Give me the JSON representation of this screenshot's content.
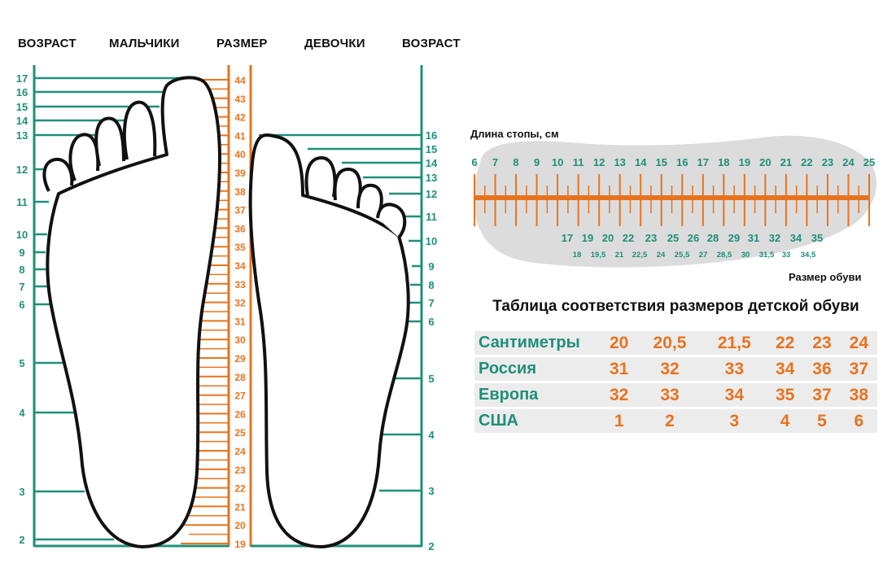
{
  "headers": {
    "age_left": "ВОЗРАСТ",
    "boys": "МАЛЬЧИКИ",
    "size": "РАЗМЕР",
    "girls": "ДЕВОЧКИ",
    "age_right": "ВОЗРАСТ"
  },
  "colors": {
    "green": "#1f8f7a",
    "orange": "#e8731e",
    "black": "#111111",
    "gray": "#dcdcdc"
  },
  "left_ages": [
    "17",
    "16",
    "15",
    "14",
    "13",
    "12",
    "11",
    "10",
    "9",
    "8",
    "7",
    "6",
    "5",
    "4",
    "3",
    "2"
  ],
  "right_ages": [
    "16",
    "15",
    "14",
    "13",
    "12",
    "11",
    "10",
    "9",
    "8",
    "7",
    "6",
    "5",
    "4",
    "3",
    "2"
  ],
  "center_sizes": [
    "44",
    "43",
    "42",
    "41",
    "40",
    "39",
    "38",
    "37",
    "36",
    "35",
    "34",
    "33",
    "32",
    "31",
    "30",
    "29",
    "28",
    "27",
    "26",
    "25",
    "24",
    "23",
    "22",
    "21",
    "20",
    "19"
  ],
  "ruler": {
    "title": "Длина стопы, см",
    "cm_labels": [
      "6",
      "7",
      "8",
      "9",
      "10",
      "11",
      "12",
      "13",
      "14",
      "15",
      "16",
      "17",
      "18",
      "19",
      "20",
      "21",
      "22",
      "23",
      "24",
      "25"
    ],
    "shoe_sizes_major": [
      "17",
      "19",
      "20",
      "22",
      "23",
      "25",
      "26",
      "28",
      "29",
      "31",
      "32",
      "34",
      "35"
    ],
    "shoe_sizes_minor": [
      "18",
      "19,5",
      "21",
      "22,5",
      "24",
      "25,5",
      "27",
      "28,5",
      "30",
      "31,5",
      "33",
      "34,5"
    ],
    "size_title": "Размер обуви"
  },
  "table": {
    "title": "Таблица соответствия размеров детской обуви",
    "rows": [
      {
        "label": "Сантиметры",
        "values": [
          "20",
          "20,5",
          "21,5",
          "22",
          "23",
          "24"
        ]
      },
      {
        "label": "Россия",
        "values": [
          "31",
          "32",
          "33",
          "34",
          "36",
          "37"
        ]
      },
      {
        "label": "Европа",
        "values": [
          "32",
          "33",
          "34",
          "35",
          "37",
          "38"
        ]
      },
      {
        "label": "США",
        "values": [
          "1",
          "2",
          "3",
          "4",
          "5",
          "6"
        ]
      }
    ]
  }
}
